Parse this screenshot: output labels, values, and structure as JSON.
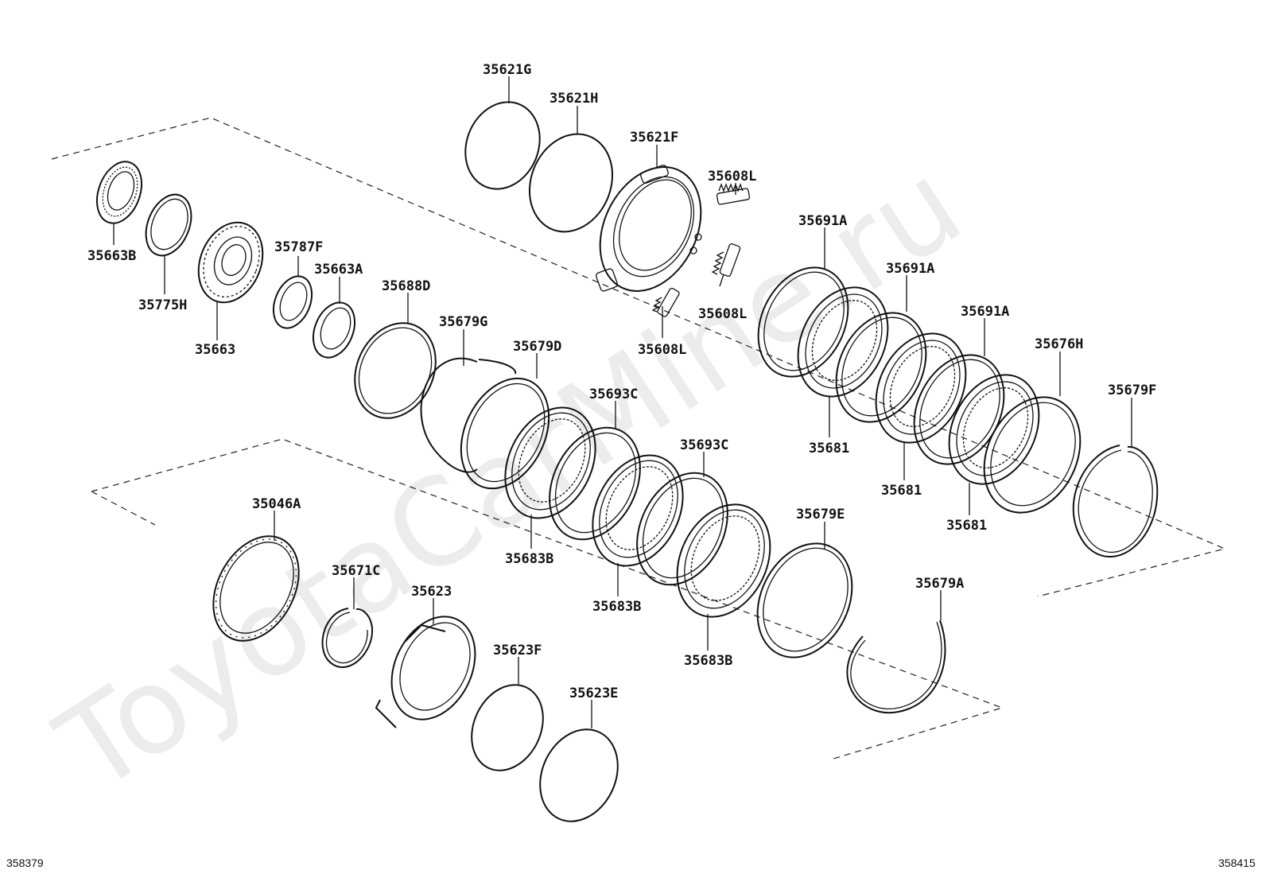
{
  "watermark": "ToyotaCarMine.ru",
  "footer": {
    "left_code": "358379",
    "right_code": "358415"
  },
  "parts": [
    {
      "id": "p0",
      "label": "35621G"
    },
    {
      "id": "p1",
      "label": "35621H"
    },
    {
      "id": "p2",
      "label": "35621F"
    },
    {
      "id": "p3",
      "label": "35608L"
    },
    {
      "id": "p4",
      "label": "35608L"
    },
    {
      "id": "p5",
      "label": "35608L"
    },
    {
      "id": "p6",
      "label": "35663B"
    },
    {
      "id": "p7",
      "label": "35775H"
    },
    {
      "id": "p8",
      "label": "35663"
    },
    {
      "id": "p9",
      "label": "35787F"
    },
    {
      "id": "p10",
      "label": "35663A"
    },
    {
      "id": "p11",
      "label": "35688D"
    },
    {
      "id": "p12",
      "label": "35679G"
    },
    {
      "id": "p13",
      "label": "35679D"
    },
    {
      "id": "p14",
      "label": "35693C"
    },
    {
      "id": "p15",
      "label": "35693C"
    },
    {
      "id": "p16",
      "label": "35683B"
    },
    {
      "id": "p17",
      "label": "35683B"
    },
    {
      "id": "p18",
      "label": "35683B"
    },
    {
      "id": "p19",
      "label": "35691A"
    },
    {
      "id": "p20",
      "label": "35691A"
    },
    {
      "id": "p21",
      "label": "35691A"
    },
    {
      "id": "p22",
      "label": "35681"
    },
    {
      "id": "p23",
      "label": "35681"
    },
    {
      "id": "p24",
      "label": "35681"
    },
    {
      "id": "p25",
      "label": "35676H"
    },
    {
      "id": "p26",
      "label": "35679F"
    },
    {
      "id": "p27",
      "label": "35679E"
    },
    {
      "id": "p28",
      "label": "35679A"
    },
    {
      "id": "p29",
      "label": "35046A"
    },
    {
      "id": "p30",
      "label": "35671C"
    },
    {
      "id": "p31",
      "label": "35623"
    },
    {
      "id": "p32",
      "label": "35623F"
    },
    {
      "id": "p33",
      "label": "35623E"
    }
  ]
}
